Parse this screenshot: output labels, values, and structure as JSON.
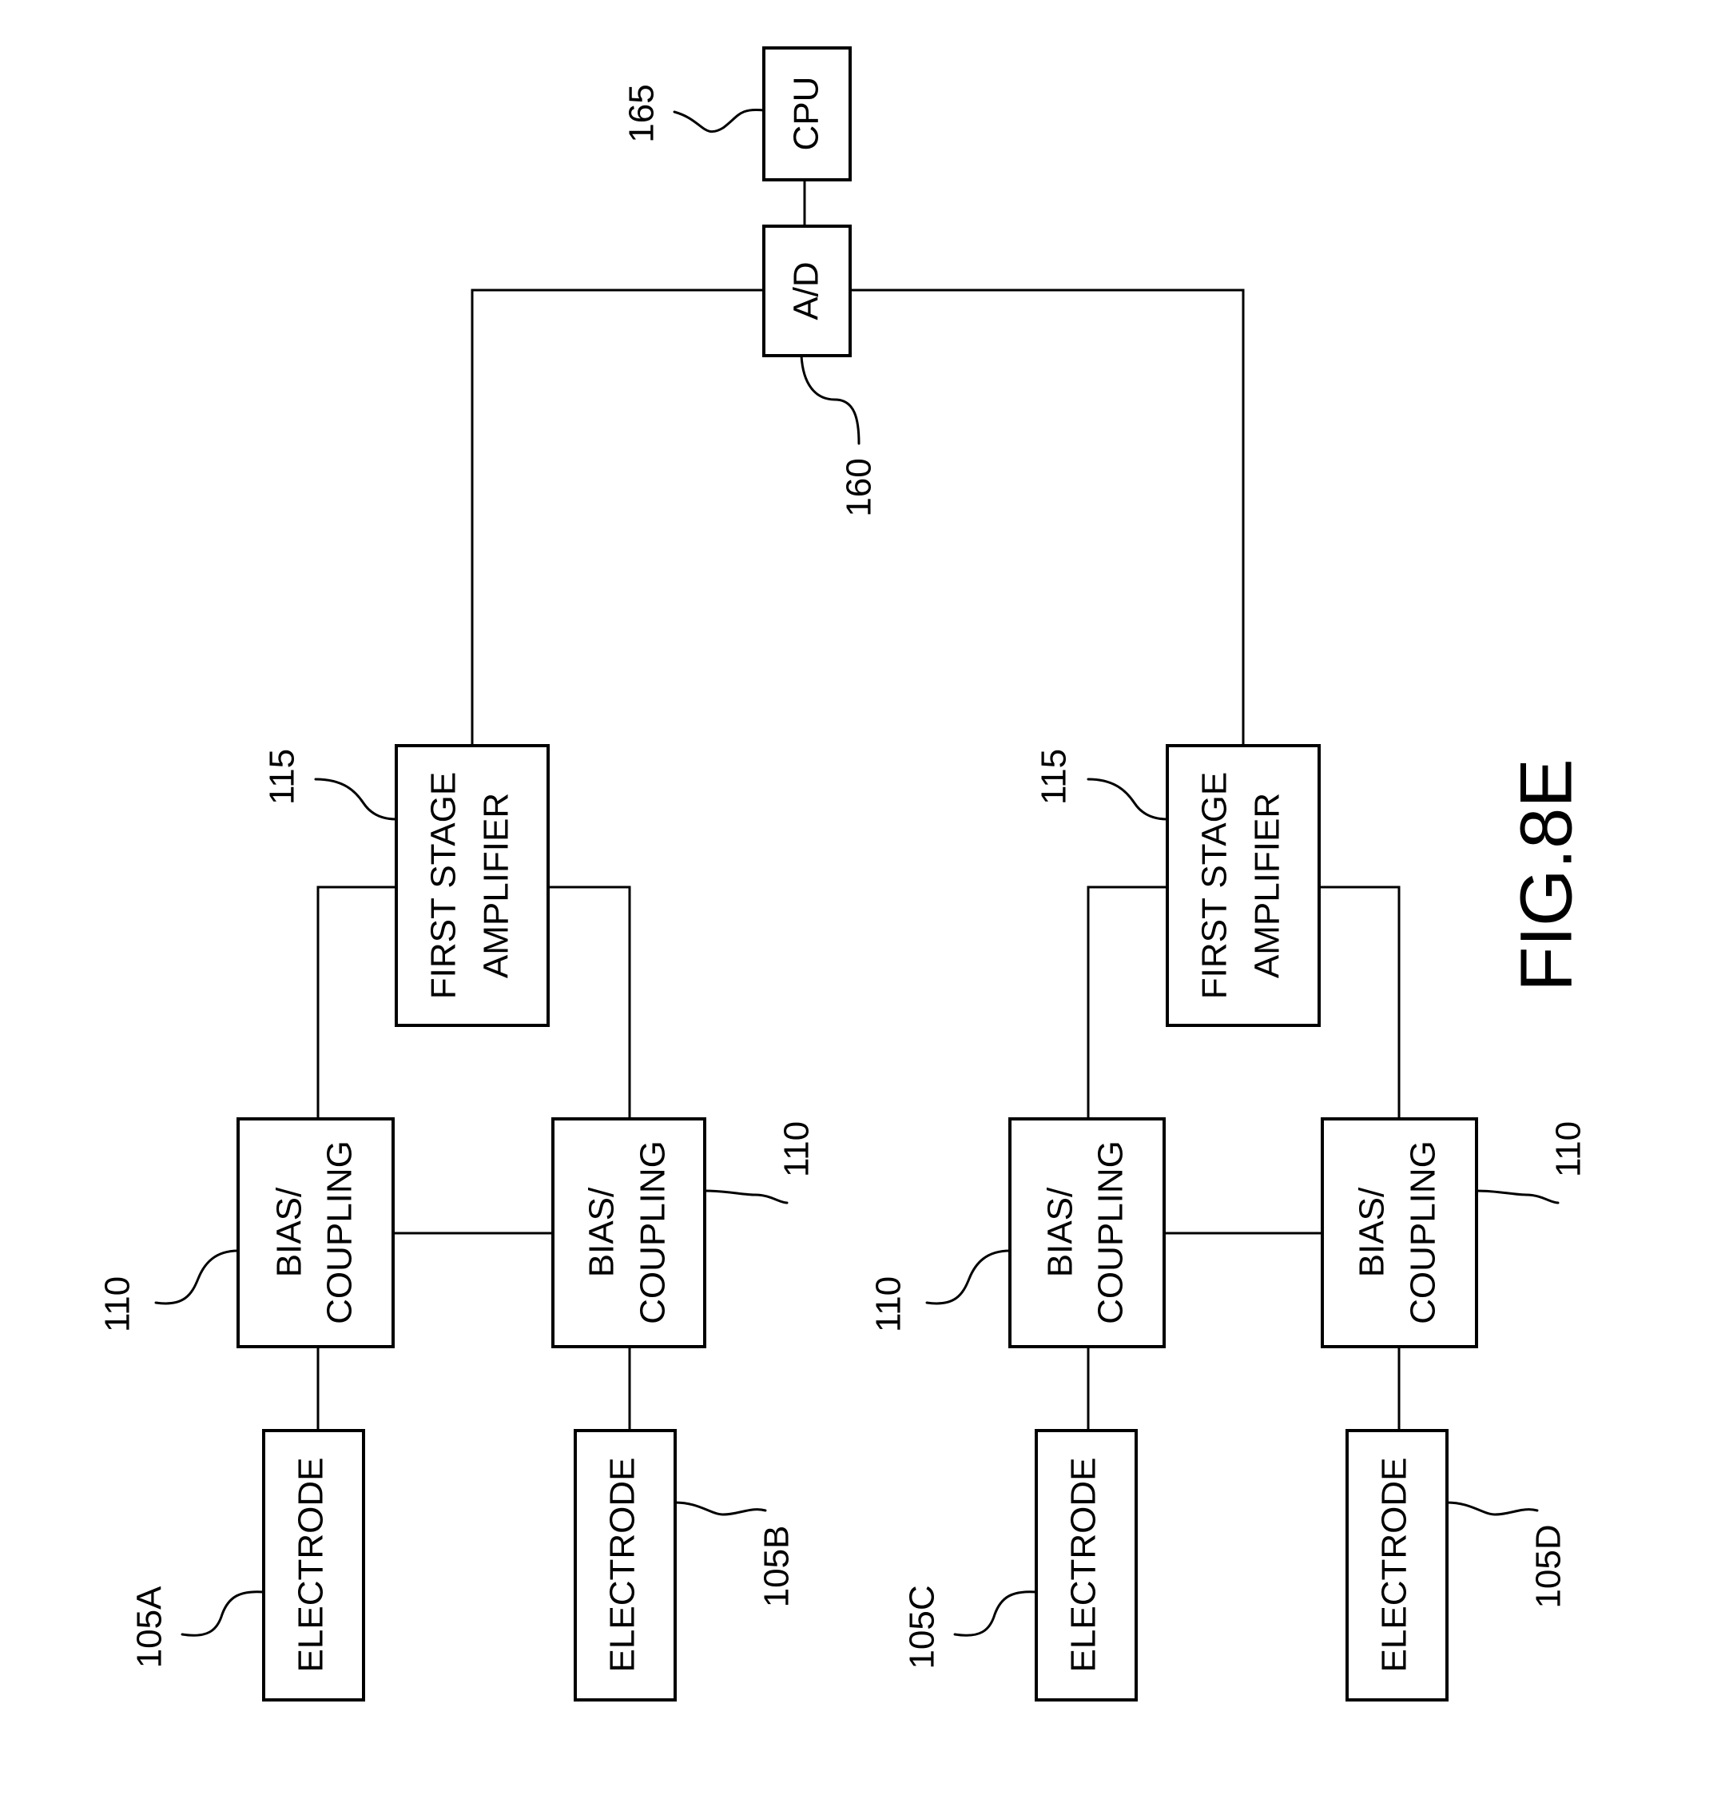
{
  "figure_label": "FIG.8E",
  "blocks": {
    "cpu": {
      "label": "CPU",
      "ref": "165"
    },
    "adc": {
      "label": "A/D",
      "ref": "160"
    },
    "amp_top": {
      "line1": "FIRST STAGE",
      "line2": "AMPLIFIER",
      "ref": "115"
    },
    "amp_bottom": {
      "line1": "FIRST STAGE",
      "line2": "AMPLIFIER",
      "ref": "115"
    },
    "bias_1": {
      "line1": "BIAS/",
      "line2": "COUPLING",
      "ref": "110"
    },
    "bias_2": {
      "line1": "BIAS/",
      "line2": "COUPLING",
      "ref": "110"
    },
    "bias_3": {
      "line1": "BIAS/",
      "line2": "COUPLING",
      "ref": "110"
    },
    "bias_4": {
      "line1": "BIAS/",
      "line2": "COUPLING",
      "ref": "110"
    },
    "electrode_a": {
      "label": "ELECTRODE",
      "ref": "105A"
    },
    "electrode_b": {
      "label": "ELECTRODE",
      "ref": "105B"
    },
    "electrode_c": {
      "label": "ELECTRODE",
      "ref": "105C"
    },
    "electrode_d": {
      "label": "ELECTRODE",
      "ref": "105D"
    }
  }
}
